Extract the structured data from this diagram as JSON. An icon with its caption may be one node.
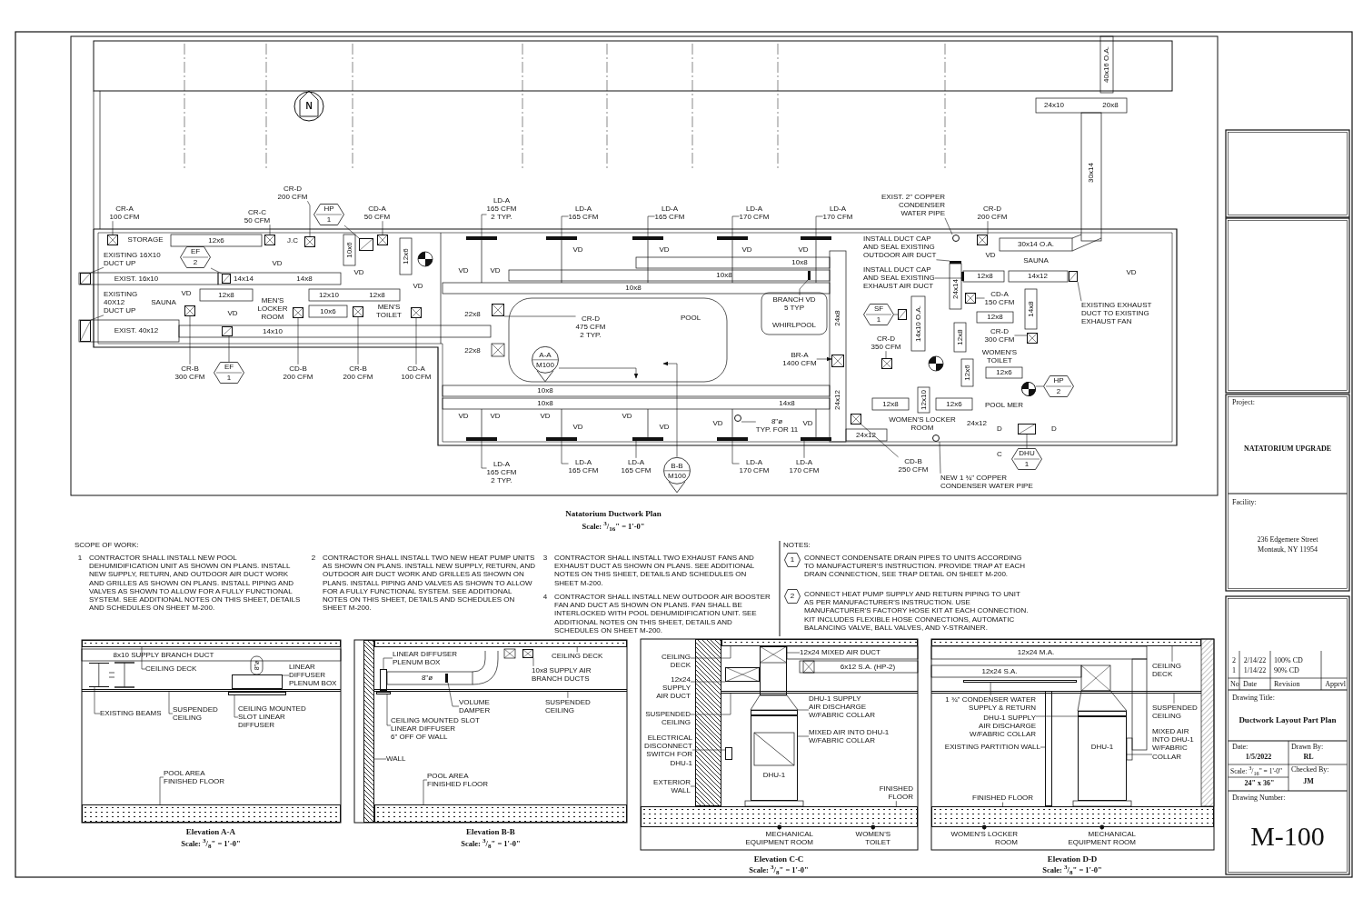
{
  "diagram": {
    "nodes": [
      {
        "text": [
          "CR-A 100 CFM"
        ]
      },
      {
        "text": [
          "CR-C 50 CFM"
        ]
      },
      {
        "text": [
          "CR-D 200 CFM"
        ]
      },
      {
        "text": [
          "HP",
          "1"
        ]
      },
      {
        "text": [
          "CD-A 50 CFM"
        ]
      },
      {
        "text": [
          "EXISTING 16X10 DUCT UP"
        ]
      },
      {
        "text": [
          "EF",
          "2"
        ]
      },
      {
        "text": [
          "EXISTING 40X12 DUCT UP"
        ]
      },
      {
        "text": [
          "CR-B 300 CFM"
        ]
      },
      {
        "text": [
          "EF",
          "1"
        ]
      },
      {
        "text": [
          "CD-B 200 CFM"
        ]
      },
      {
        "text": [
          "CR-B 200 CFM"
        ]
      },
      {
        "text": [
          "CD-A 100 CFM"
        ]
      },
      {
        "text": [
          "LD-A 165 CFM 2 TYP."
        ]
      },
      {
        "text": [
          "LD-A 165 CFM"
        ]
      },
      {
        "text": [
          "LD-A 165 CFM"
        ]
      },
      {
        "text": [
          "LD-A 170 CFM"
        ]
      },
      {
        "text": [
          "LD-A 170 CFM"
        ]
      },
      {
        "text": [
          "CR-D 200 CFM"
        ]
      },
      {
        "text": [
          "EXIST. 2\" COPPER CONDENSER WATER PIPE"
        ]
      },
      {
        "text": [
          "INSTALL DUCT CAP AND SEAL EXISTING OUTDOOR AIR DUCT"
        ]
      },
      {
        "text": [
          "INSTALL DUCT CAP AND SEAL EXISTING EXHAUST AIR DUCT"
        ]
      },
      {
        "text": [
          "BRANCH VD 5 TYP"
        ]
      },
      {
        "text": [
          "SF",
          "1"
        ]
      },
      {
        "text": [
          "CR-D 350 CFM"
        ]
      },
      {
        "text": [
          "BR-A 1400 CFM"
        ]
      },
      {
        "text": [
          "CR-D 475 CFM 2 TYP."
        ]
      },
      {
        "text": [
          "A-A",
          "M100"
        ]
      },
      {
        "text": [
          "B-B",
          "M100"
        ]
      },
      {
        "text": [
          "EXISTING EXHAUST DUCT TO EXISTING EXHAUST FAN"
        ]
      },
      {
        "text": [
          "CD-A 150 CFM"
        ]
      },
      {
        "text": [
          "CR-D 300 CFM"
        ]
      },
      {
        "text": [
          "HP",
          "2"
        ]
      },
      {
        "text": [
          "8\"ø TYP. FOR 11"
        ]
      },
      {
        "text": [
          "DHU",
          "1"
        ]
      },
      {
        "text": [
          "CD-B 250 CFM"
        ]
      },
      {
        "text": [
          "NEW 1 ¾\" COPPER CONDENSER WATER PIPE"
        ]
      },
      {
        "text": [
          "LD-A 165 CFM 2 TYP."
        ]
      },
      {
        "text": [
          "LD-A 165 CFM"
        ]
      },
      {
        "text": [
          "LD-A 165 CFM"
        ]
      },
      {
        "text": [
          "LD-A 170 CFM"
        ]
      },
      {
        "text": [
          "LD-A 170 CFM"
        ]
      },
      {
        "text": [
          "1"
        ]
      },
      {
        "text": [
          "2"
        ]
      },
      {
        "text": [
          "CEILING DECK"
        ]
      },
      {
        "text": [
          "LINEAR DIFFUSER PLENUM BOX"
        ]
      },
      {
        "text": [
          "EXISTING BEAMS"
        ]
      },
      {
        "text": [
          "SUSPENDED CEILING"
        ]
      },
      {
        "text": [
          "CEILING MOUNTED SLOT LINEAR DIFFUSER"
        ]
      },
      {
        "text": [
          "POOL AREA FINISHED FLOOR"
        ]
      },
      {
        "text": [
          "LINEAR DIFFUSER PLENUM BOX"
        ]
      },
      {
        "text": [
          "CEILING DECK"
        ]
      },
      {
        "text": [
          "10x8 SUPPLY AIR BRANCH DUCTS"
        ]
      },
      {
        "text": [
          "VOLUME DAMPER"
        ]
      },
      {
        "text": [
          "SUSPENDED CEILING"
        ]
      },
      {
        "text": [
          "CEILING MOUNTED SLOT LINEAR DIFFUSER 6\" OFF OF WALL"
        ]
      },
      {
        "text": [
          "WALL"
        ]
      },
      {
        "text": [
          "POOL AREA FINISHED FLOOR"
        ]
      },
      {
        "text": [
          "CEILING DECK"
        ]
      },
      {
        "text": [
          "12x24 MIXED AIR DUCT"
        ]
      },
      {
        "text": [
          "12x24 SUPPLY AIR DUCT"
        ]
      },
      {
        "text": [
          "SUSPENDED CEILING"
        ]
      },
      {
        "text": [
          "ELECTRICAL DISCONNECT SWITCH FOR DHU-1"
        ]
      },
      {
        "text": [
          "DHU-1 SUPPLY AIR DISCHARGE W/FABRIC COLLAR"
        ]
      },
      {
        "text": [
          "MIXED AIR INTO DHU-1 W/FABRIC COLLAR"
        ]
      },
      {
        "text": [
          "EXTERIOR WALL"
        ]
      },
      {
        "text": [
          "FINISHED FLOOR"
        ]
      },
      {
        "text": [
          "MECHANICAL EQUIPMENT ROOM"
        ]
      },
      {
        "text": [
          "WOMEN'S TOILET"
        ]
      },
      {
        "text": [
          "CEILING DECK"
        ]
      },
      {
        "text": [
          "1 ¾\" CONDENSER WATER SUPPLY & RETURN"
        ]
      },
      {
        "text": [
          "DHU-1 SUPPLY AIR DISCHARGE W/FABRIC COLLAR"
        ]
      },
      {
        "text": [
          "EXISTING PARTITION WALL"
        ]
      },
      {
        "text": [
          "SUSPENDED CEILING"
        ]
      },
      {
        "text": [
          "FINISHED FLOOR"
        ]
      },
      {
        "text": [
          "MIXED AIR INTO DHU-1 W/FABRIC COLLAR"
        ]
      },
      {
        "text": [
          "WOMEN'S LOCKER ROOM"
        ]
      },
      {
        "text": [
          "MECHANICAL EQUIPMENT ROOM"
        ]
      },
      {
        "text": [
          "DHU-1"
        ]
      },
      {
        "text": [
          "DHU-1"
        ]
      },
      {
        "text": [],
        "shape": "box"
      },
      {
        "text": [],
        "shape": "box"
      },
      {
        "text": [],
        "shape": "box"
      },
      {
        "text": [],
        "shape": "box"
      },
      {
        "text": [],
        "shape": "box"
      },
      {
        "text": [],
        "shape": "box"
      },
      {
        "text": [],
        "shape": "box"
      },
      {
        "text": [],
        "shape": "box"
      },
      {
        "text": [],
        "shape": "box"
      },
      {
        "text": [],
        "shape": "box"
      },
      {
        "text": [],
        "shape": "box"
      },
      {
        "text": [],
        "shape": "box"
      },
      {
        "text": [],
        "shape": "box"
      },
      {
        "text": [],
        "shape": "bar"
      },
      {
        "text": [],
        "shape": "bar"
      },
      {
        "text": [],
        "shape": "bar"
      },
      {
        "text": [],
        "shape": "bar"
      },
      {
        "text": [],
        "shape": "bar"
      },
      {
        "text": [],
        "shape": "box"
      },
      {
        "text": [],
        "shape": "circle"
      },
      {
        "text": [],
        "shape": "bar"
      },
      {
        "text": [],
        "shape": "bar"
      },
      {
        "text": [],
        "shape": "bar"
      },
      {
        "text": [],
        "shape": "box"
      },
      {
        "text": [],
        "shape": "box"
      },
      {
        "text": [],
        "shape": "box"
      },
      {
        "text": [],
        "shape": "box"
      },
      {
        "text": [],
        "shape": "box"
      },
      {
        "text": [],
        "shape": "box"
      },
      {
        "text": [],
        "shape": "box"
      },
      {
        "text": [],
        "shape": "circle"
      },
      {
        "text": [],
        "shape": "circle"
      },
      {
        "text": [],
        "shape": "box"
      },
      {
        "text": [],
        "shape": "box"
      },
      {
        "text": [],
        "shape": "circle"
      },
      {
        "text": [],
        "shape": "bar"
      },
      {
        "text": [],
        "shape": "bar"
      },
      {
        "text": [],
        "shape": "bar"
      },
      {
        "text": [],
        "shape": "bar"
      },
      {
        "text": [],
        "shape": "bar"
      },
      {
        "text": [],
        "shape": "bar"
      },
      {
        "text": [],
        "shape": "box"
      },
      {
        "text": [],
        "shape": "bar"
      },
      {
        "text": [],
        "shape": "bar"
      },
      {
        "text": [],
        "shape": "bar"
      },
      {
        "text": [],
        "shape": "bar"
      },
      {
        "text": [],
        "shape": "box"
      },
      {
        "text": [],
        "shape": "bar"
      },
      {
        "text": [],
        "shape": "box"
      },
      {
        "text": [],
        "shape": "box"
      },
      {
        "text": [],
        "shape": "bar"
      },
      {
        "text": [],
        "shape": "bar"
      },
      {
        "text": [],
        "shape": "bar"
      },
      {
        "text": [],
        "shape": "bar"
      },
      {
        "text": [],
        "shape": "bar"
      },
      {
        "text": [],
        "shape": "box"
      },
      {
        "text": [],
        "shape": "box"
      },
      {
        "text": [],
        "shape": "bar"
      },
      {
        "text": [],
        "shape": "box"
      },
      {
        "text": [],
        "shape": "bar"
      },
      {
        "text": [],
        "shape": "box"
      },
      {
        "text": [],
        "shape": "bar"
      },
      {
        "text": [],
        "shape": "bar"
      },
      {
        "text": [],
        "shape": "bar"
      },
      {
        "text": [],
        "shape": "bar"
      },
      {
        "text": [],
        "shape": "box"
      },
      {
        "text": [],
        "shape": "bar"
      },
      {
        "text": [],
        "shape": "bar"
      }
    ],
    "edges": [
      {
        "from": 0,
        "to": 80,
        "arrow": "none"
      },
      {
        "from": 1,
        "to": 81,
        "arrow": "none"
      },
      {
        "from": 2,
        "to": 82,
        "arrow": "none"
      },
      {
        "from": 3,
        "to": 83,
        "arrow": "none"
      },
      {
        "from": 4,
        "to": 84,
        "arrow": "none"
      },
      {
        "from": 5,
        "to": 85,
        "arrow": "none"
      },
      {
        "from": 6,
        "to": 86,
        "arrow": "none"
      },
      {
        "from": 7,
        "to": 87,
        "arrow": "none"
      },
      {
        "from": 8,
        "to": 88,
        "arrow": "none"
      },
      {
        "from": 9,
        "to": 89,
        "arrow": "none"
      },
      {
        "from": 10,
        "to": 90,
        "arrow": "none"
      },
      {
        "from": 11,
        "to": 91,
        "arrow": "none"
      },
      {
        "from": 12,
        "to": 92,
        "arrow": "none"
      },
      {
        "from": 13,
        "to": 93,
        "arrow": "none"
      },
      {
        "from": 14,
        "to": 94,
        "arrow": "none"
      },
      {
        "from": 15,
        "to": 95,
        "arrow": "none"
      },
      {
        "from": 16,
        "to": 96,
        "arrow": "none"
      },
      {
        "from": 17,
        "to": 97,
        "arrow": "none"
      },
      {
        "from": 18,
        "to": 98,
        "arrow": "none"
      },
      {
        "from": 19,
        "to": 99,
        "arrow": "none"
      },
      {
        "from": 20,
        "to": 100,
        "arrow": "none"
      },
      {
        "from": 21,
        "to": 101,
        "arrow": "none"
      },
      {
        "from": 22,
        "to": 102,
        "arrow": "none"
      },
      {
        "from": 23,
        "to": 103,
        "arrow": "none"
      },
      {
        "from": 24,
        "to": 104,
        "arrow": "none"
      },
      {
        "from": 25,
        "to": 105,
        "arrow": "to"
      },
      {
        "from": 26,
        "to": 106,
        "arrow": "none"
      },
      {
        "from": 27,
        "to": null,
        "arrow": "to"
      },
      {
        "from": 28,
        "to": null,
        "arrow": "to"
      },
      {
        "from": 29,
        "to": 107,
        "arrow": "none"
      },
      {
        "from": 30,
        "to": 108,
        "arrow": "none"
      },
      {
        "from": 31,
        "to": 109,
        "arrow": "none"
      },
      {
        "from": 32,
        "to": 110,
        "arrow": "none"
      },
      {
        "from": 33,
        "to": 111,
        "arrow": "none"
      },
      {
        "from": 34,
        "to": 112,
        "arrow": "none"
      },
      {
        "from": 35,
        "to": 113,
        "arrow": "none"
      },
      {
        "from": 36,
        "to": 114,
        "arrow": "none"
      },
      {
        "from": 37,
        "to": 115,
        "arrow": "none"
      },
      {
        "from": 38,
        "to": 116,
        "arrow": "none"
      },
      {
        "from": 39,
        "to": 117,
        "arrow": "none"
      },
      {
        "from": 40,
        "to": 118,
        "arrow": "none"
      },
      {
        "from": 41,
        "to": 119,
        "arrow": "none"
      },
      {
        "from": 44,
        "to": 120,
        "arrow": "none"
      },
      {
        "from": 45,
        "to": 121,
        "arrow": "none"
      },
      {
        "from": 46,
        "to": 122,
        "arrow": "none"
      },
      {
        "from": 47,
        "to": 123,
        "arrow": "none"
      },
      {
        "from": 48,
        "to": 124,
        "arrow": "none"
      },
      {
        "from": 49,
        "to": 125,
        "arrow": "none"
      },
      {
        "from": 50,
        "to": 128,
        "arrow": "none"
      },
      {
        "from": 51,
        "to": 127,
        "arrow": "none"
      },
      {
        "from": 52,
        "to": 129,
        "arrow": "none"
      },
      {
        "from": 53,
        "to": 130,
        "arrow": "none"
      },
      {
        "from": 54,
        "to": 131,
        "arrow": "none"
      },
      {
        "from": 55,
        "to": 132,
        "arrow": "none"
      },
      {
        "from": 56,
        "to": 126,
        "arrow": "none"
      },
      {
        "from": 57,
        "to": 133,
        "arrow": "none"
      },
      {
        "from": 58,
        "to": 134,
        "arrow": "none"
      },
      {
        "from": 59,
        "to": 135,
        "arrow": "none"
      },
      {
        "from": 60,
        "to": 136,
        "arrow": "none"
      },
      {
        "from": 61,
        "to": 137,
        "arrow": "none"
      },
      {
        "from": 62,
        "to": 138,
        "arrow": "none"
      },
      {
        "from": 63,
        "to": 139,
        "arrow": "none"
      },
      {
        "from": 64,
        "to": 78,
        "arrow": "none"
      },
      {
        "from": 65,
        "to": 140,
        "arrow": "none"
      },
      {
        "from": 66,
        "to": 141,
        "arrow": "none"
      },
      {
        "from": 67,
        "to": 141,
        "arrow": "other"
      },
      {
        "from": 68,
        "to": 141,
        "arrow": "other"
      },
      {
        "from": 69,
        "to": 142,
        "arrow": "none"
      },
      {
        "from": 70,
        "to": 143,
        "arrow": "none"
      },
      {
        "from": 71,
        "to": 144,
        "arrow": "none"
      },
      {
        "from": 72,
        "to": 145,
        "arrow": "none"
      },
      {
        "from": 73,
        "to": 146,
        "arrow": "none"
      },
      {
        "from": 74,
        "to": 147,
        "arrow": "none"
      },
      {
        "from": 75,
        "to": 79,
        "arrow": "none"
      },
      {
        "from": 76,
        "to": 147,
        "arrow": "other"
      },
      {
        "from": 77,
        "to": 147,
        "arrow": "other"
      }
    ],
    "labels": [
      "N",
      "40x16 O.A.",
      "24x10",
      "20x8",
      "30x14",
      "STORAGE",
      "12x6",
      "J.C",
      "30x14 O.A.",
      "10x6",
      "VD",
      "VD",
      "VD",
      "VD",
      "VD",
      "VD",
      "12x6",
      "10x8",
      "SAUNA",
      "EXIST. 16x10",
      "14x14",
      "14x8",
      "VD",
      "VD",
      "VD",
      "10x8",
      "12x8",
      "14x12",
      "VD",
      "VD",
      "12x8",
      "12x10",
      "12x8",
      "VD",
      "10x8",
      "24x14",
      "SAUNA",
      "VD",
      "MEN'S LOCKER ROOM",
      "10x6",
      "MEN'S TOILET",
      "22x8",
      "POOL",
      "24x8",
      "12x8",
      "14x8",
      "EXIST. 40x12",
      "14x10",
      "WHIRLPOOL",
      "14x10 O.A.",
      "12x8",
      "22x8",
      "WOMEN'S TOILET",
      "12x6",
      "12x6",
      "10x8",
      "10x8",
      "14x8",
      "24x12",
      "12x8",
      "12x10",
      "12x6",
      "POOL MER",
      "VD",
      "VD",
      "VD",
      "VD",
      "VD",
      "VD",
      "VD",
      "VD",
      "WOMEN'S LOCKER ROOM",
      "24x12",
      "D",
      "D",
      "24x12",
      "C",
      "Natatorium Ductwork Plan",
      "Scale: $^{3}$/$_{16}$\" = 1'-0\"",
      "SCOPE OF WORK:",
      "1",
      "CONTRACTOR SHALL INSTALL NEW POOL DEHUMIDIFICATION UNIT AS SHOWN ON PLANS.  INSTALL NEW SUPPLY, RETURN, AND OUTDOOR AIR DUCT WORK AND GRILLES AS SHOWN ON PLANS.  INSTALL PIPING AND VALVES AS SHOWN TO ALLOW FOR A FULLY FUNCTIONAL SYSTEM. SEE ADDITIONAL NOTES ON THIS SHEET, DETAILS AND SCHEDULES ON SHEET M-200.",
      "2",
      "CONTRACTOR SHALL INSTALL TWO NEW HEAT PUMP UNITS AS SHOWN ON PLANS.  INSTALL NEW SUPPLY, RETURN, AND OUTDOOR AIR DUCT WORK AND GRILLES AS SHOWN ON PLANS.  INSTALL PIPING AND VALVES AS SHOWN TO ALLOW FOR A FULLY FUNCTIONAL SYSTEM. SEE ADDITIONAL NOTES ON THIS SHEET, DETAILS AND SCHEDULES ON SHEET M-200.",
      "3",
      "CONTRACTOR SHALL INSTALL TWO EXHAUST FANS AND EXHAUST DUCT AS SHOWN ON PLANS. SEE ADDITIONAL NOTES ON THIS SHEET, DETAILS AND SCHEDULES ON SHEET M-200.",
      "4",
      "CONTRACTOR SHALL INSTALL NEW OUTDOOR AIR BOOSTER FAN AND DUCT AS SHOWN ON PLANS.  FAN SHALL BE INTERLOCKED WITH POOL DEHUMIDIFICATION UNIT.  SEE ADDITIONAL NOTES ON THIS SHEET, DETAILS AND SCHEDULES ON SHEET M-200.",
      "NOTES:",
      "CONNECT CONDENSATE DRAIN PIPES TO UNITS ACCORDING TO MANUFACTURER'S INSTRUCTION.  PROVIDE TRAP AT EACH DRAIN CONNECTION, SEE TRAP DETAIL ON SHEET M-200.",
      "CONNECT HEAT PUMP SUPPLY AND RETURN PIPING TO UNIT AS PER MANUFACTURER'S INSTRUCTION.  USE MANUFACTURER'S FACTORY HOSE KIT AT EACH CONNECTION. KIT INCLUDES FLEXIBLE HOSE CONNECTIONS, AUTOMATIC BALANCING VALVE, BALL VALVES, AND Y-STRAINER.",
      "8x10 SUPPLY BRANCH DUCT",
      "8\"ø",
      "Elevation A-A",
      "Scale: $^{3}$/$_{8}$\" = 1'-0\"",
      "8\"ø",
      "Elevation B-B",
      "Scale: $^{3}$/$_{8}$\" = 1'-0\"",
      "6x12 S.A. (HP-2)",
      "Elevation C-C",
      "Scale: $^{3}$/$_{8}$\" = 1'-0\"",
      "12x24 M.A.",
      "12x24 S.A.",
      "Elevation D-D",
      "Scale: $^{3}$/$_{8}$\" = 1'-0\"",
      "Project:",
      "NATATORIUM UPGRADE",
      "Facility:",
      "236 Edgemere Street",
      "Montauk, NY 11954",
      "2",
      "2/14/22",
      "100% CD",
      "1",
      "1/14/22",
      "90% CD",
      "No",
      "Date",
      "Revision",
      "Apprvl",
      "Drawing Title:",
      "Ductwork Layout Part Plan",
      "Date:",
      "1/5/2022",
      "Drawn By:",
      "RL",
      "Scale: $^{3}$/$_{16}$\" = 1'-0\"",
      "24\" x 36\"",
      "Checked By:",
      "JM",
      "Drawing Number:",
      "M-100"
    ]
  }
}
